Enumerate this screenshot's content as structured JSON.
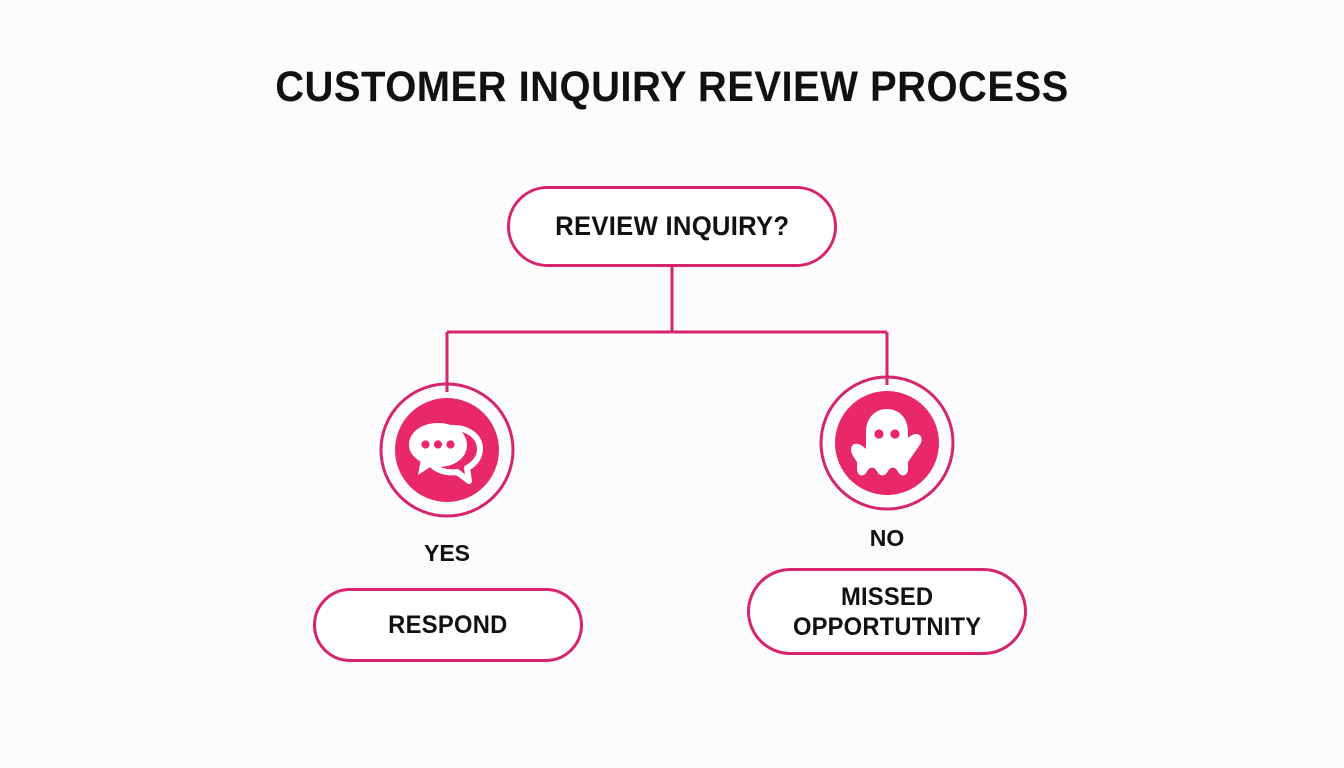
{
  "page": {
    "title": "CUSTOMER INQUIRY REVIEW PROCESS",
    "background_color": "#fdfcfd"
  },
  "theme": {
    "accent_stroke": "#d6246e",
    "accent_fill": "#e8286a",
    "text_color": "#111111",
    "node_fill": "#ffffff"
  },
  "flowchart": {
    "decision": {
      "label": "REVIEW INQUIRY?",
      "shape": "pill"
    },
    "branches": [
      {
        "answer": "YES",
        "icon": "chat-bubbles-icon",
        "outcome": "RESPOND"
      },
      {
        "answer": "NO",
        "icon": "ghost-icon",
        "outcome": "MISSED\nOPPORTUTNITY"
      }
    ]
  }
}
